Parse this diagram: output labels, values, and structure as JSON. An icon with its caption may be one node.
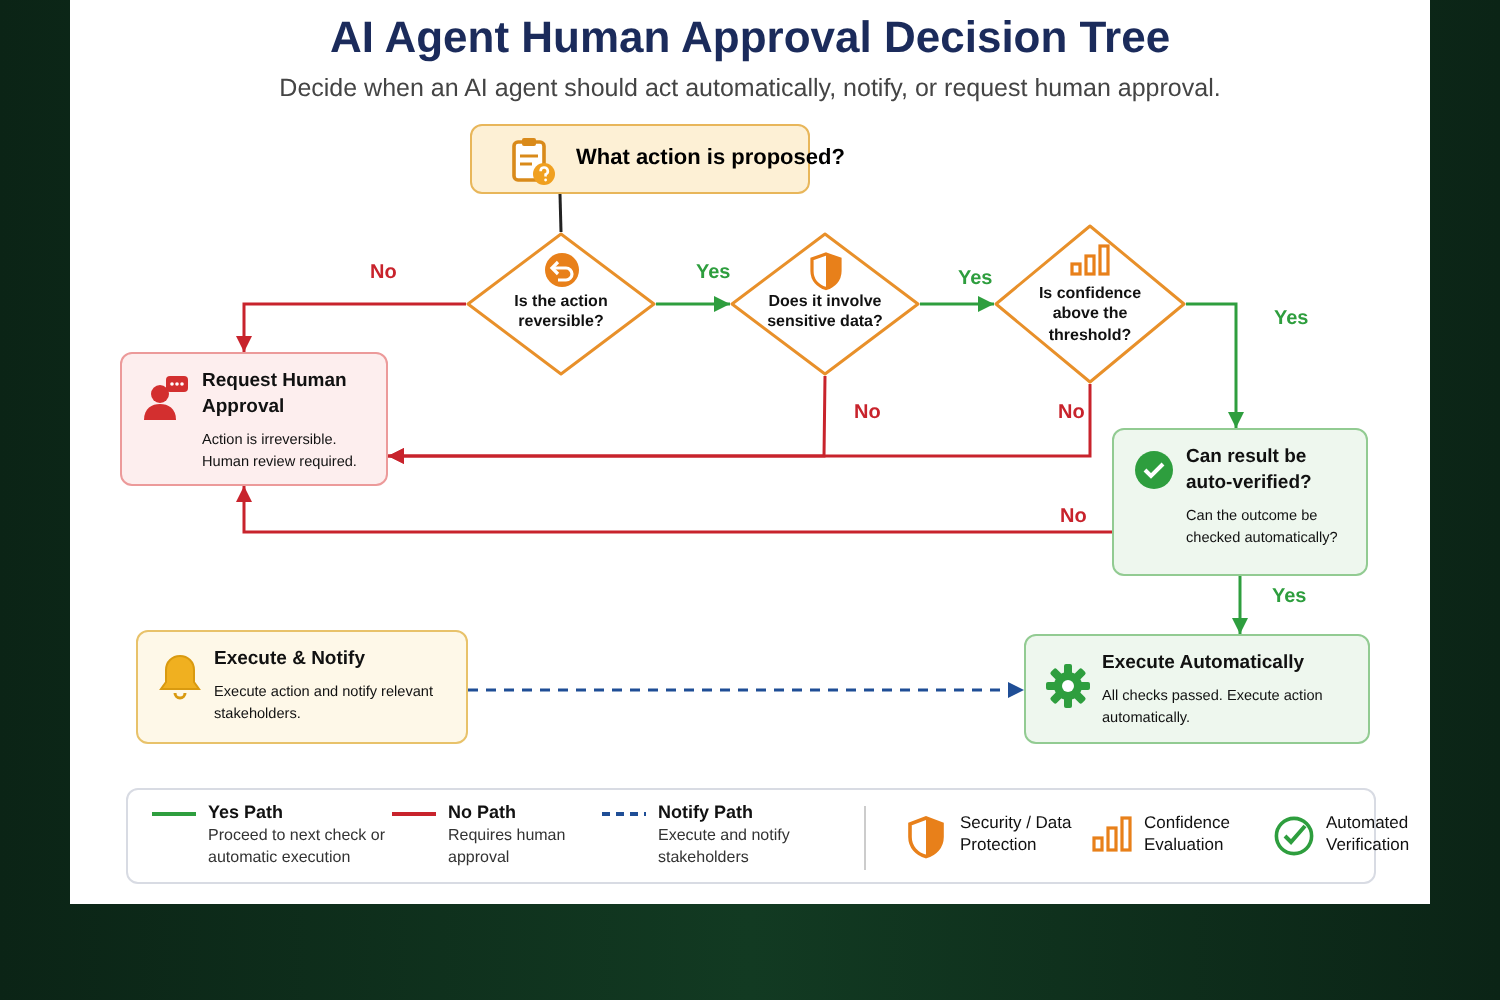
{
  "diagram": {
    "title": "AI Agent Human Approval Decision Tree",
    "caption": "Decide when an AI agent should act automatically, notify, or request human approval.",
    "nodes": [
      {
        "text": [
          "What action is proposed?"
        ]
      },
      {
        "text": [
          "Is the action reversible?"
        ]
      },
      {
        "text": [
          "Does it involve sensitive data?"
        ]
      },
      {
        "text": [
          "Is confidence above the threshold?"
        ]
      },
      {
        "text": [
          "Request Human Approval",
          "Action is irreversible. Human review required."
        ]
      },
      {
        "text": [
          "Can result be auto-verified?",
          "Can the outcome be checked automatically?"
        ]
      },
      {
        "text": [
          "Execute & Notify",
          "Execute action and notify relevant stakeholders."
        ]
      },
      {
        "text": [
          "Execute Automatically",
          "All checks passed. Execute action automatically."
        ]
      }
    ],
    "edges": [
      {
        "from": 0,
        "to": 1,
        "arrow": "none",
        "color": "#222222"
      },
      {
        "from": 1,
        "to": 2,
        "arrow": "to",
        "label": "Yes",
        "color": "#2e9e3e"
      },
      {
        "from": 1,
        "to": 4,
        "arrow": "to",
        "label": "No",
        "color": "#c8232c"
      },
      {
        "from": 2,
        "to": 3,
        "arrow": "to",
        "label": "Yes",
        "color": "#2e9e3e"
      },
      {
        "from": 2,
        "to": 4,
        "arrow": "to",
        "label": "No",
        "color": "#c8232c"
      },
      {
        "from": 3,
        "to": 4,
        "arrow": "to",
        "label": "No",
        "color": "#c8232c"
      },
      {
        "from": 3,
        "to": 5,
        "arrow": "to",
        "label": "Yes",
        "color": "#2e9e3e"
      },
      {
        "from": 5,
        "to": 4,
        "arrow": "to",
        "label": "No",
        "color": "#c8232c"
      },
      {
        "from": 5,
        "to": 7,
        "arrow": "to",
        "label": "Yes",
        "color": "#2e9e3e"
      },
      {
        "from": 6,
        "to": 7,
        "arrow": "to",
        "style": "dashed",
        "color": "#1f4e96"
      }
    ],
    "labels": [
      "Proceed to next check or automatic execution",
      "Requires human approval",
      "Execute and notify stakeholders"
    ],
    "legend": [
      {
        "text": "Yes Path"
      },
      {
        "text": "No Path"
      },
      {
        "text": "Notify Path"
      },
      {
        "text": "Security / Data Protection"
      },
      {
        "text": "Confidence Evaluation"
      },
      {
        "text": "Automated Verification"
      }
    ]
  }
}
